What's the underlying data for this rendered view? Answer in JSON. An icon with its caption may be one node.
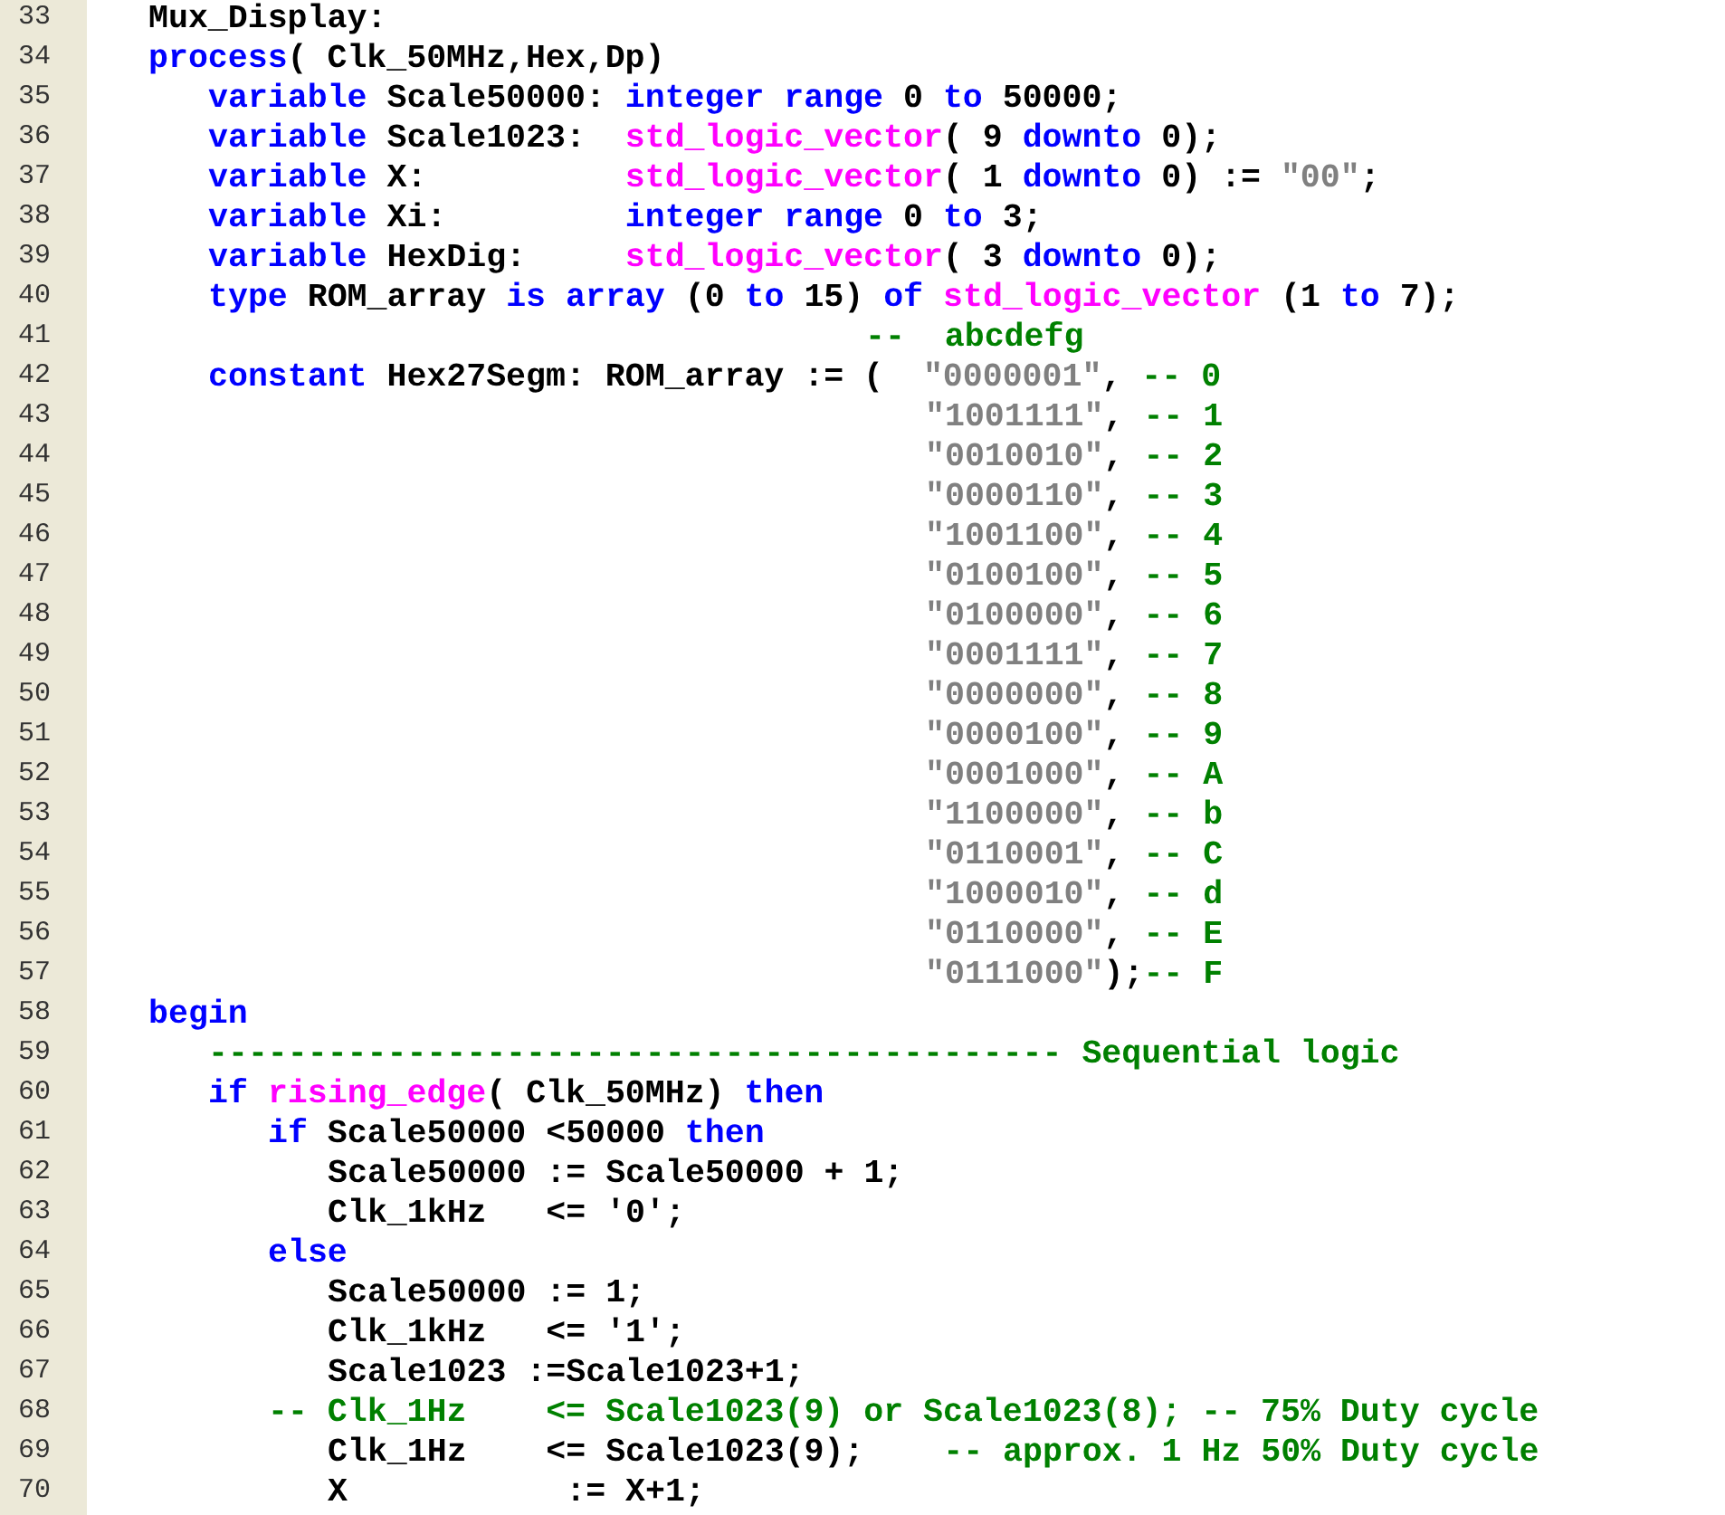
{
  "diagram": {
    "labels": [
      "33",
      "Mux_Display:",
      "34",
      "process( Clk_50MHz,Hex,Dp)",
      "35",
      "variable Scale50000: integer range 0 to 50000;",
      "36",
      "variable Scale1023:  std_logic_vector( 9 downto 0);",
      "37",
      "variable X:          std_logic_vector( 1 downto 0) := \"00\";",
      "38",
      "variable Xi:         integer range 0 to 3;",
      "39",
      "variable HexDig:     std_logic_vector( 3 downto 0);",
      "40",
      "type ROM_array is array (0 to 15) of std_logic_vector (1 to 7);",
      "41",
      "--  abcdefg",
      "42",
      "constant Hex27Segm: ROM_array := (  \"0000001\", -- 0",
      "43",
      "\"1001111\", -- 1",
      "44",
      "\"0010010\", -- 2",
      "45",
      "\"0000110\", -- 3",
      "46",
      "\"1001100\", -- 4",
      "47",
      "\"0100100\", -- 5",
      "48",
      "\"0100000\", -- 6",
      "49",
      "\"0001111\", -- 7",
      "50",
      "\"0000000\", -- 8",
      "51",
      "\"0000100\", -- 9",
      "52",
      "\"0001000\", -- A",
      "53",
      "\"1100000\", -- b",
      "54",
      "\"0110001\", -- C",
      "55",
      "\"1000010\", -- d",
      "56",
      "\"0110000\", -- E",
      "57",
      "\"0111000\");-- F",
      "58",
      "begin",
      "59",
      "------------------------------------------- Sequential logic",
      "60",
      "if rising_edge( Clk_50MHz) then",
      "61",
      "if Scale50000 <50000 then",
      "62",
      "Scale50000 := Scale50000 + 1;",
      "63",
      "Clk_1kHz   <= '0';",
      "64",
      "else",
      "65",
      "Scale50000 := 1;",
      "66",
      "Clk_1kHz   <= '1';",
      "67",
      "Scale1023 :=Scale1023+1;",
      "68",
      "-- Clk_1Hz    <= Scale1023(9) or Scale1023(8); -- 75% Duty cycle",
      "69",
      "Clk_1Hz    <= Scale1023(9);    -- approx. 1 Hz 50% Duty cycle",
      "70",
      "X           := X+1;"
    ]
  }
}
